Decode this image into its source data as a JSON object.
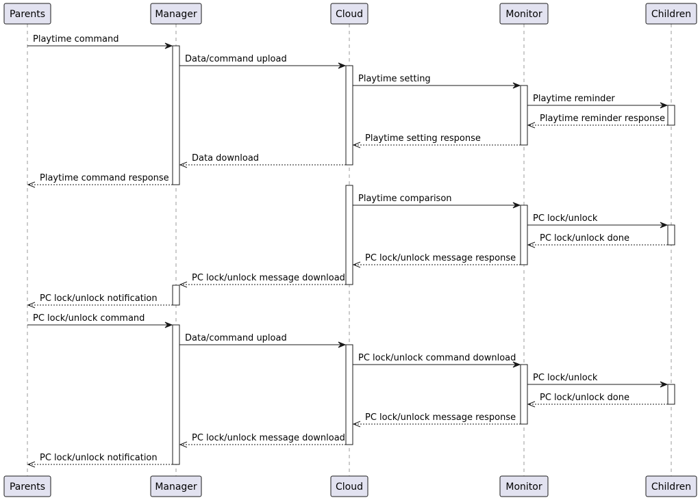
{
  "participants": [
    {
      "id": "parents",
      "label": "Parents"
    },
    {
      "id": "manager",
      "label": "Manager"
    },
    {
      "id": "cloud",
      "label": "Cloud"
    },
    {
      "id": "monitor",
      "label": "Monitor"
    },
    {
      "id": "children",
      "label": "Children"
    }
  ],
  "messages": [
    {
      "from": "parents",
      "to": "manager",
      "text": "Playtime command",
      "style": "solid"
    },
    {
      "from": "manager",
      "to": "cloud",
      "text": "Data/command upload",
      "style": "solid"
    },
    {
      "from": "cloud",
      "to": "monitor",
      "text": "Playtime setting",
      "style": "solid"
    },
    {
      "from": "monitor",
      "to": "children",
      "text": "Playtime reminder",
      "style": "solid"
    },
    {
      "from": "children",
      "to": "monitor",
      "text": "Playtime reminder response",
      "style": "dashed"
    },
    {
      "from": "monitor",
      "to": "cloud",
      "text": "Playtime setting response",
      "style": "dashed"
    },
    {
      "from": "cloud",
      "to": "manager",
      "text": "Data download",
      "style": "dashed"
    },
    {
      "from": "manager",
      "to": "parents",
      "text": "Playtime command response",
      "style": "dashed"
    },
    {
      "from": "cloud",
      "to": "monitor",
      "text": "Playtime comparison",
      "style": "solid"
    },
    {
      "from": "monitor",
      "to": "children",
      "text": "PC lock/unlock",
      "style": "solid"
    },
    {
      "from": "children",
      "to": "monitor",
      "text": "PC lock/unlock done",
      "style": "dashed"
    },
    {
      "from": "monitor",
      "to": "cloud",
      "text": "PC lock/unlock message response",
      "style": "dashed"
    },
    {
      "from": "cloud",
      "to": "manager",
      "text": "PC lock/unlock message download",
      "style": "dashed"
    },
    {
      "from": "manager",
      "to": "parents",
      "text": "PC lock/unlock notification",
      "style": "dashed"
    },
    {
      "from": "parents",
      "to": "manager",
      "text": "PC lock/unlock command",
      "style": "solid"
    },
    {
      "from": "manager",
      "to": "cloud",
      "text": "Data/command upload",
      "style": "solid"
    },
    {
      "from": "cloud",
      "to": "monitor",
      "text": "PC lock/unlock command download",
      "style": "solid"
    },
    {
      "from": "monitor",
      "to": "children",
      "text": "PC lock/unlock",
      "style": "solid"
    },
    {
      "from": "children",
      "to": "monitor",
      "text": "PC lock/unlock done",
      "style": "dashed"
    },
    {
      "from": "monitor",
      "to": "cloud",
      "text": "PC lock/unlock message response",
      "style": "dashed"
    },
    {
      "from": "cloud",
      "to": "manager",
      "text": "PC lock/unlock message download",
      "style": "dashed"
    },
    {
      "from": "manager",
      "to": "parents",
      "text": "PC lock/unlock notification",
      "style": "dashed"
    }
  ],
  "activations": [
    {
      "participant": "manager",
      "from_msg": 0,
      "to_msg": 7
    },
    {
      "participant": "cloud",
      "from_msg": 1,
      "to_msg": 6
    },
    {
      "participant": "monitor",
      "from_msg": 2,
      "to_msg": 5
    },
    {
      "participant": "children",
      "from_msg": 3,
      "to_msg": 4
    },
    {
      "participant": "cloud",
      "from_msg": 8,
      "to_msg": 12
    },
    {
      "participant": "monitor",
      "from_msg": 8,
      "to_msg": 11
    },
    {
      "participant": "children",
      "from_msg": 9,
      "to_msg": 10
    },
    {
      "participant": "manager",
      "from_msg": 12,
      "to_msg": 13
    },
    {
      "participant": "manager",
      "from_msg": 14,
      "to_msg": 21
    },
    {
      "participant": "cloud",
      "from_msg": 15,
      "to_msg": 20
    },
    {
      "participant": "monitor",
      "from_msg": 16,
      "to_msg": 19
    },
    {
      "participant": "children",
      "from_msg": 17,
      "to_msg": 18
    }
  ],
  "colors": {
    "participant_fill": "#e2e2f0",
    "line": "#181818",
    "lifeline": "#999999"
  }
}
